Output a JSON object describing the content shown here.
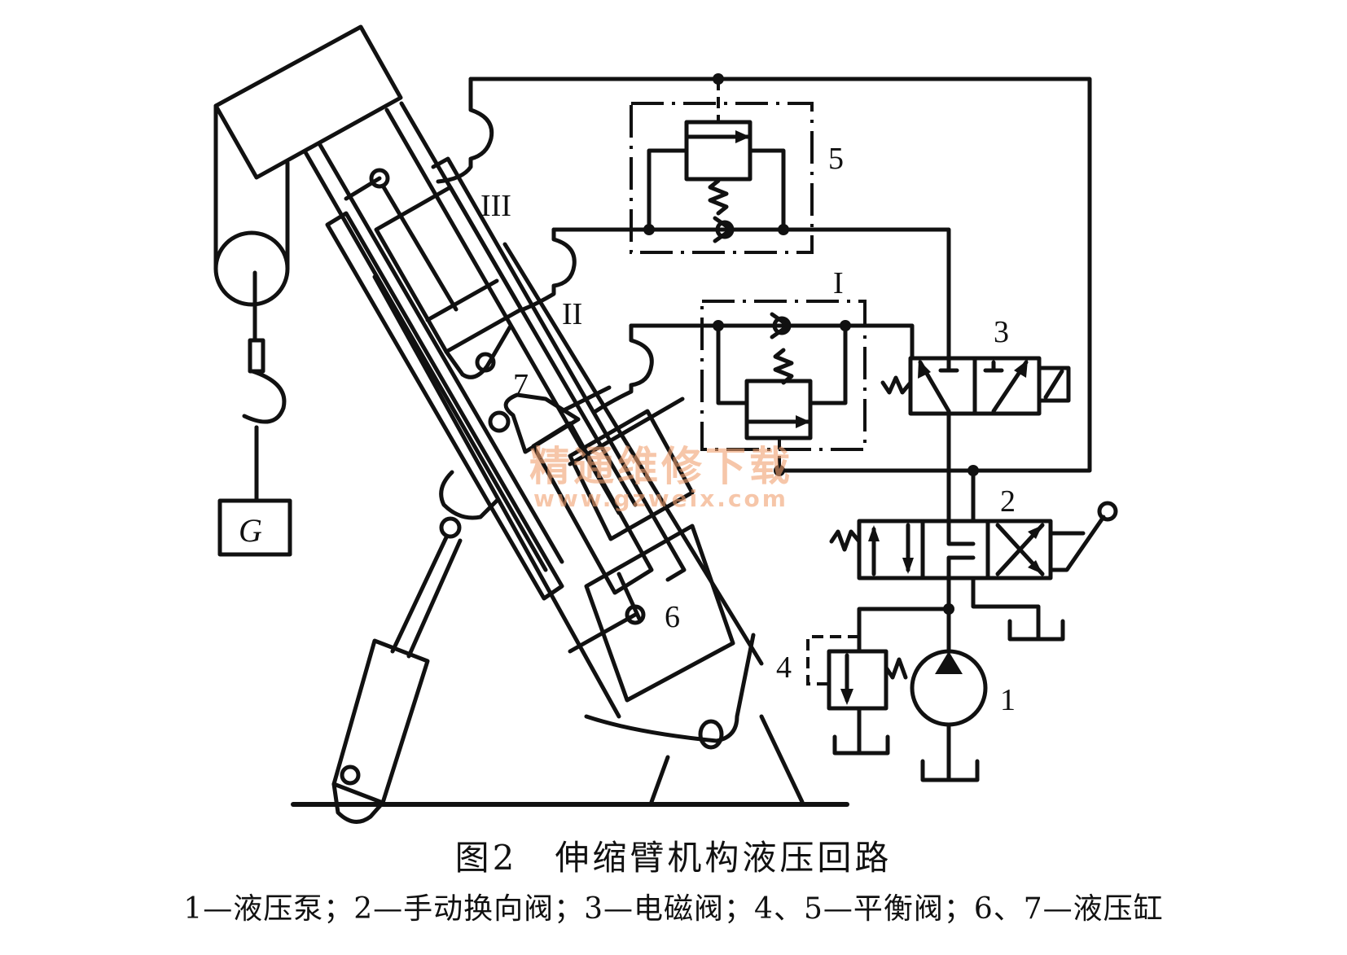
{
  "figure": {
    "title": "图2　伸缩臂机构液压回路",
    "legend": "1—液压泵；2—手动换向阀；3—电磁阀；4、5—平衡阀；6、7—液压缸"
  },
  "labels": {
    "pump": "1",
    "manual_valve": "2",
    "solenoid_valve": "3",
    "balance_valve_4": "4",
    "balance_valve_5": "5",
    "cylinder_6": "6",
    "cylinder_7": "7",
    "section_I": "I",
    "section_II": "II",
    "section_III": "III",
    "load": "G"
  },
  "watermark": {
    "text": "精通维修下载",
    "url": "www.gzweix.com",
    "color": "#f0a070"
  },
  "colors": {
    "line": "#111111",
    "background": "#ffffff"
  }
}
